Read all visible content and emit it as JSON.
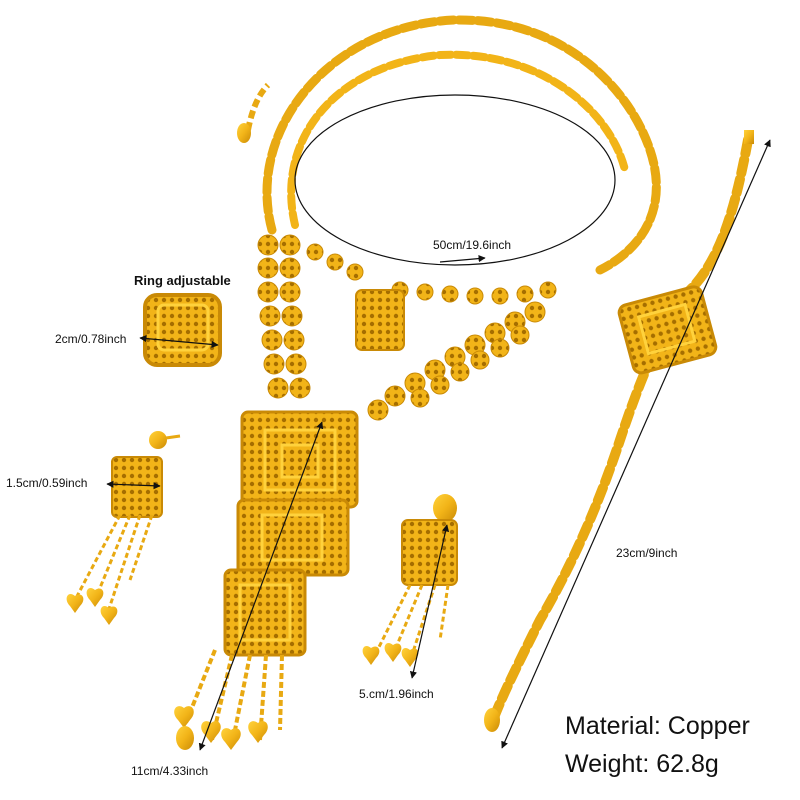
{
  "ring_label": "Ring adjustable",
  "dimensions": {
    "ring": "2cm/0.78inch",
    "earring_small": "1.5cm/0.59inch",
    "necklace_chain": "50cm/19.6inch",
    "pendant": "11cm/4.33inch",
    "earring_large": "5.cm/1.96inch",
    "bracelet": "23cm/9inch"
  },
  "specs": {
    "material": "Material: Copper",
    "weight": "Weight: 62.8g"
  },
  "colors": {
    "gold": "#f2b418",
    "gold_light": "#ffd23c",
    "gold_dark": "#c98a06",
    "background": "#ffffff"
  }
}
